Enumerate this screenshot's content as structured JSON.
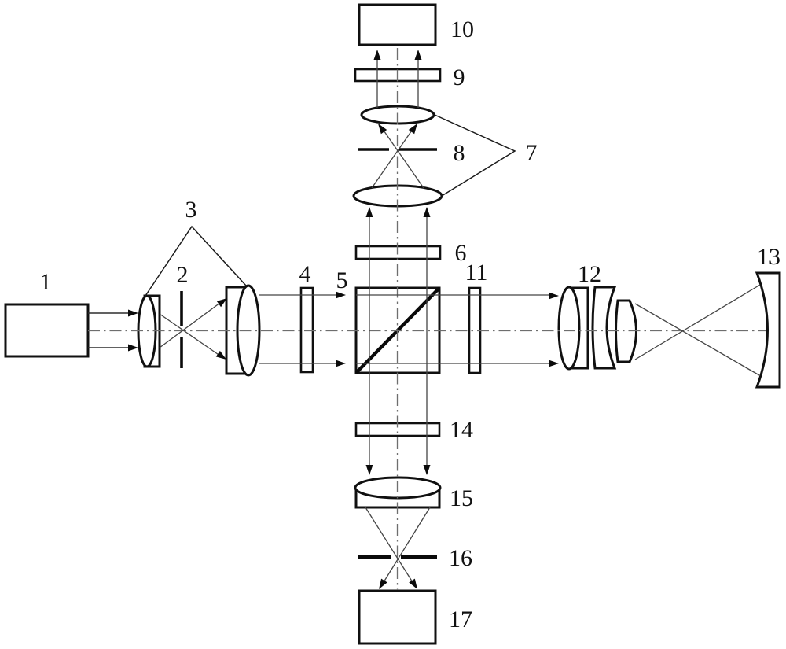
{
  "figure": {
    "type": "optical-schematic-diagram",
    "background": "#ffffff",
    "ink_color": "#101010",
    "ray_color": "#454545",
    "axis_color": "#6e6e6e"
  },
  "labels": {
    "c1": "1",
    "c2": "2",
    "c3": "3",
    "c4": "4",
    "c5": "5",
    "c6": "6",
    "c7": "7",
    "c8": "8",
    "c9": "9",
    "c10": "10",
    "c11": "11",
    "c12": "12",
    "c13": "13",
    "c14": "14",
    "c15": "15",
    "c16": "16",
    "c17": "17"
  }
}
